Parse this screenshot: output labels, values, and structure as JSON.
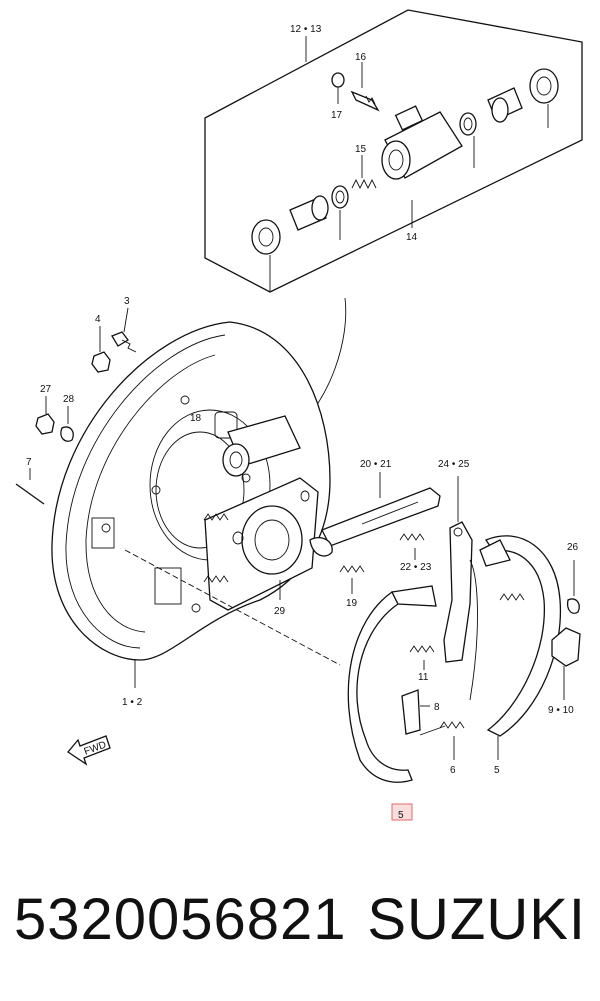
{
  "callouts": {
    "c12_13": "12 • 13",
    "c16": "16",
    "c17": "17",
    "c15": "15",
    "c14": "14",
    "c3": "3",
    "c4": "4",
    "c27": "27",
    "c28": "28",
    "c7": "7",
    "c18": "18",
    "c20_21": "20 • 21",
    "c24_25": "24 • 25",
    "c26": "26",
    "c22_23": "22 • 23",
    "c19": "19",
    "c29": "29",
    "c11": "11",
    "c8": "8",
    "c9_10": "9 • 10",
    "c6": "6",
    "c5a": "5",
    "c5b": "5",
    "c1_2": "1 • 2"
  },
  "fwd_label": "FWD",
  "footer": {
    "part_number": "5320056821",
    "brand": "SUZUKI"
  }
}
